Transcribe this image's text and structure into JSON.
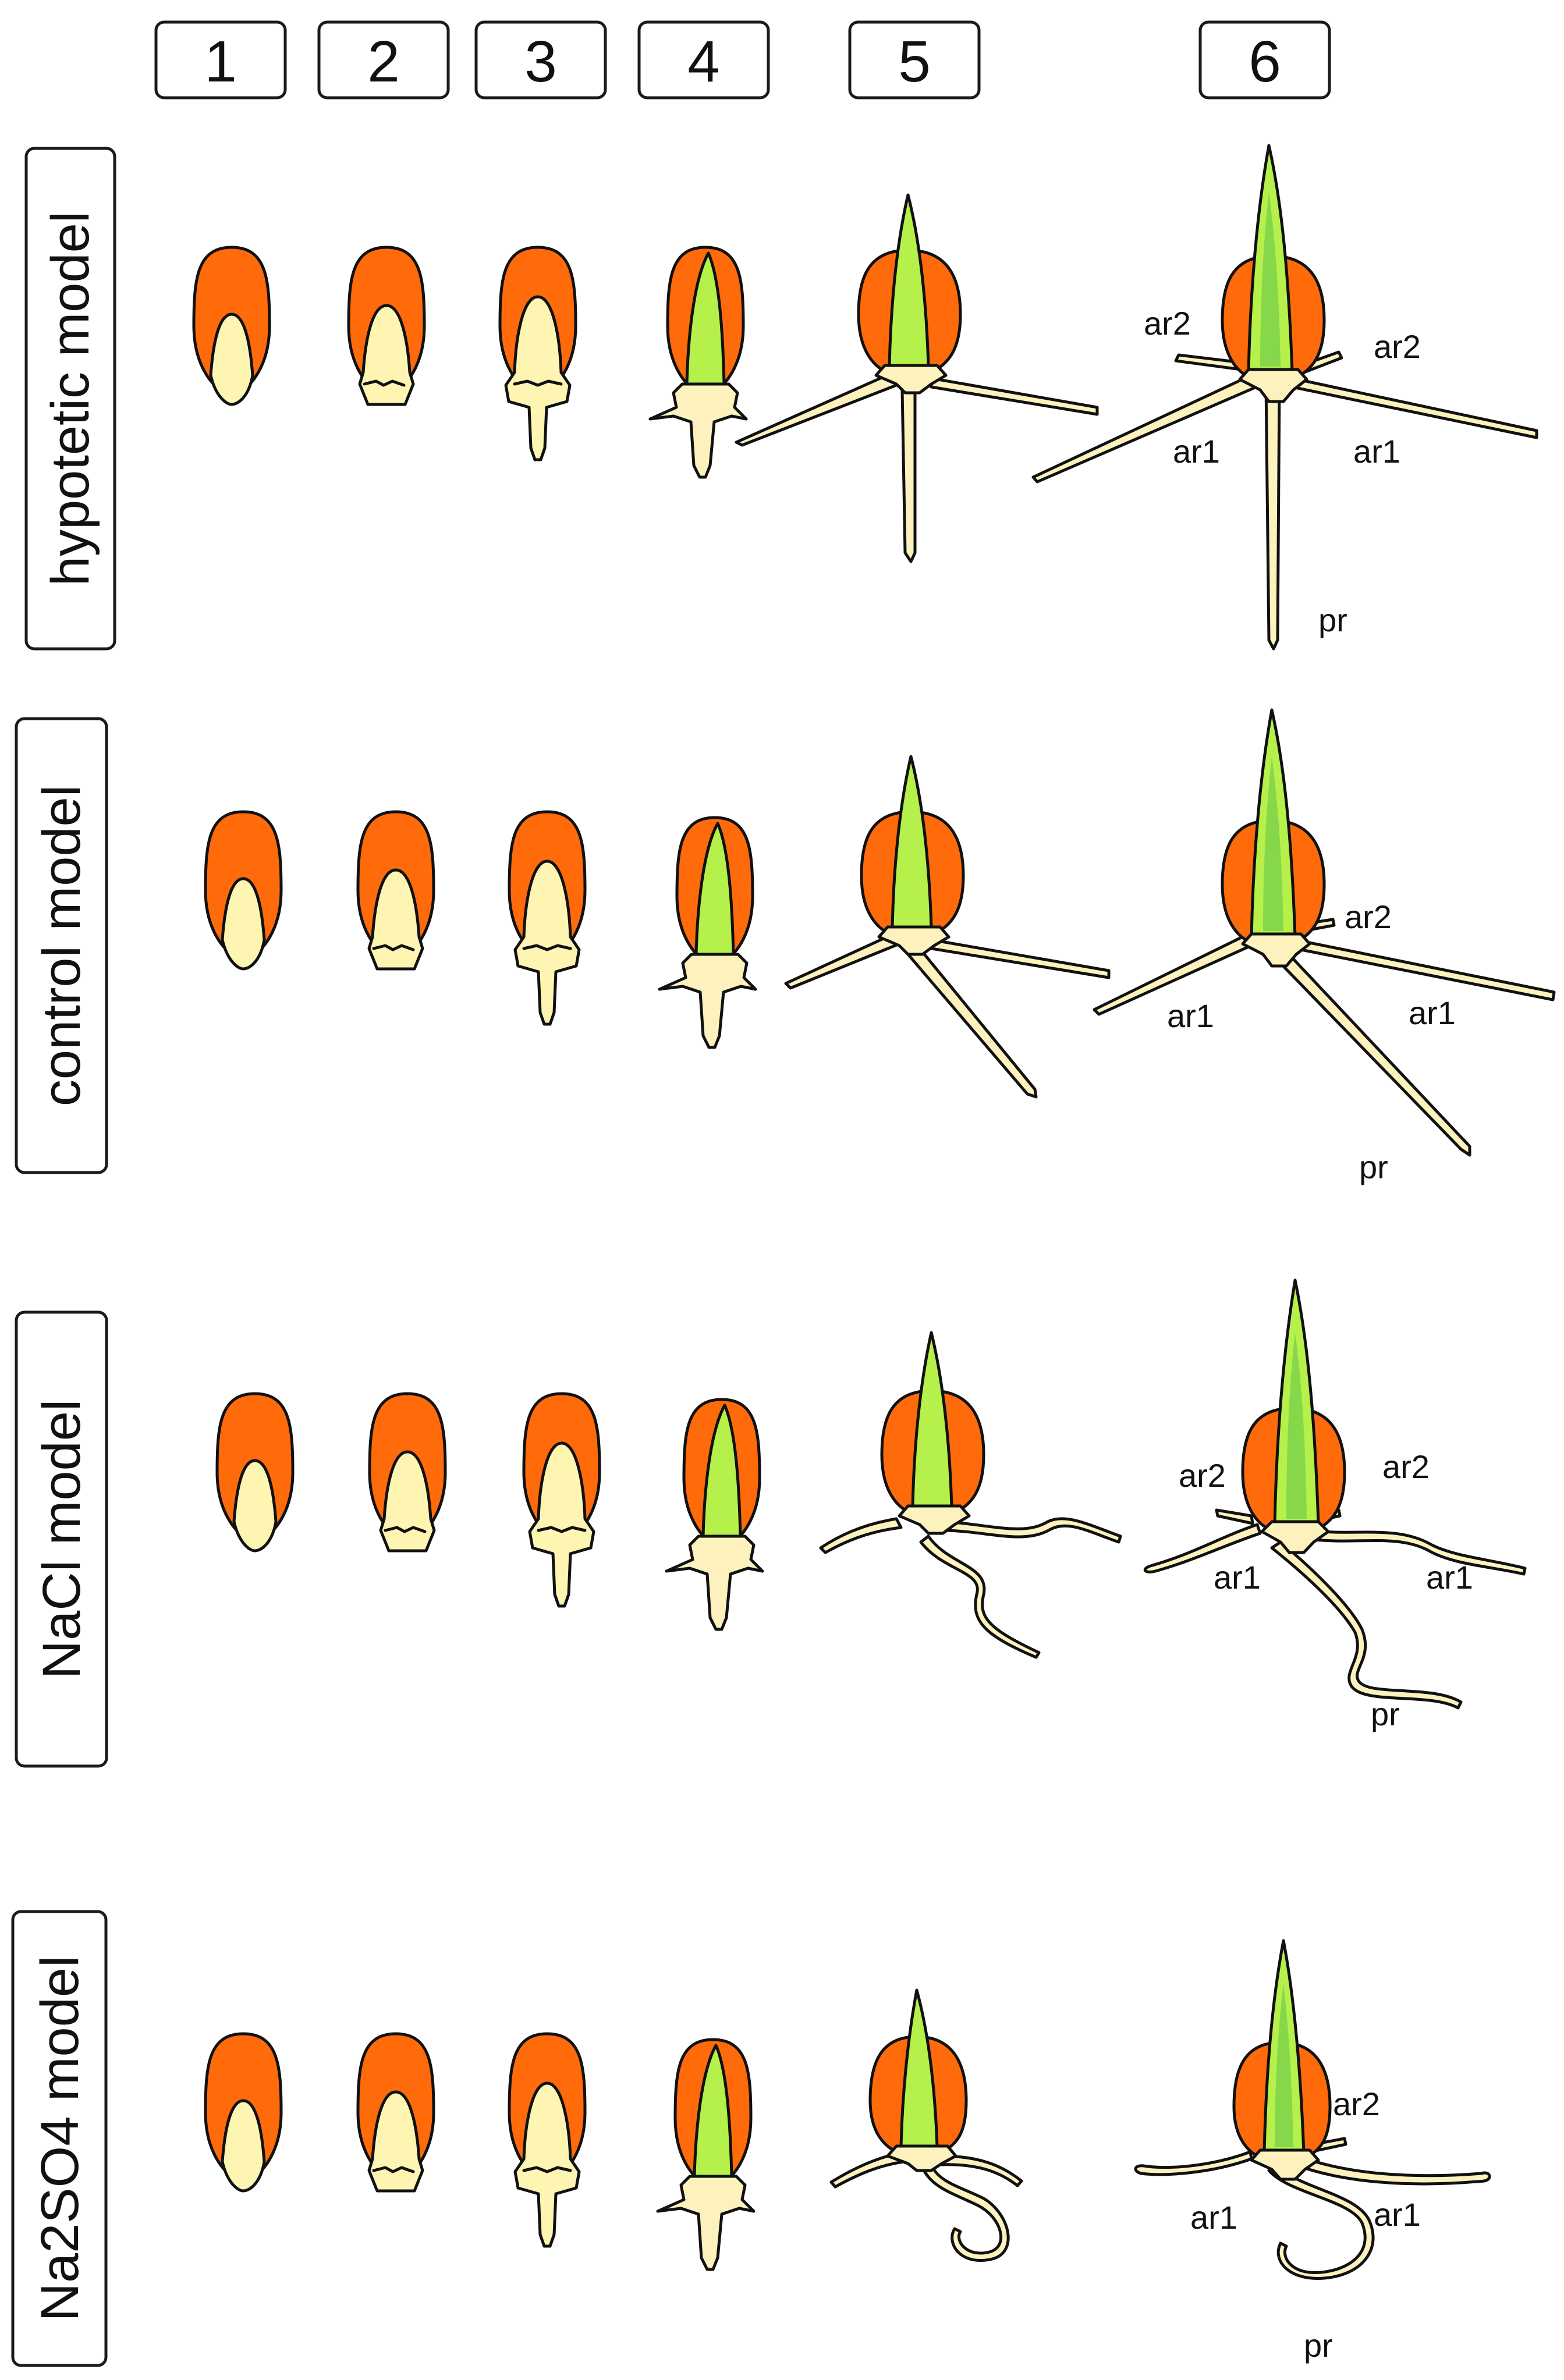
{
  "stages": [
    "1",
    "2",
    "3",
    "4",
    "5",
    "6"
  ],
  "rows": [
    {
      "label": "hypotetic model",
      "stage6_labels": {
        "ar2_left": "ar2",
        "ar2_right": "ar2",
        "ar1_left": "ar1",
        "ar1_right": "ar1",
        "pr": "pr"
      }
    },
    {
      "label": "control model",
      "stage6_labels": {
        "ar2_right": "ar2",
        "ar1_left": "ar1",
        "ar1_right": "ar1",
        "pr": "pr"
      }
    },
    {
      "label": "NaCl model",
      "stage6_labels": {
        "ar2_left": "ar2",
        "ar2_right": "ar2",
        "ar1_left": "ar1",
        "ar1_right": "ar1",
        "pr": "pr"
      }
    },
    {
      "label": "Na2SO4 model",
      "stage6_labels": {
        "ar2_right": "ar2",
        "ar1_left": "ar1",
        "ar1_right": "ar1",
        "pr": "pr"
      }
    }
  ],
  "colors": {
    "seed_coat": "#ff6a0a",
    "endosperm": "#fff5b3",
    "shoot": "#b6f04a",
    "shoot_core": "#86d84a",
    "root": "#fdf2bd",
    "outline": "#111111"
  }
}
